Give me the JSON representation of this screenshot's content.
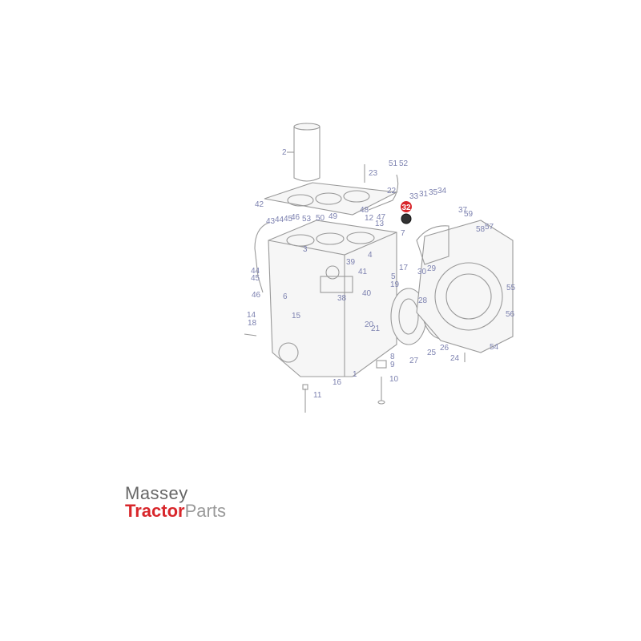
{
  "diagram": {
    "callouts": {
      "c1": "1",
      "c2": "2",
      "c3": "3",
      "c4": "4",
      "c5": "5",
      "c6": "6",
      "c7": "7",
      "c8": "8",
      "c9": "9",
      "c10": "10",
      "c11": "11",
      "c12": "12",
      "c13": "13",
      "c14": "14",
      "c15": "15",
      "c16": "16",
      "c17": "17",
      "c18": "18",
      "c19": "19",
      "c20": "20",
      "c21": "21",
      "c22": "22",
      "c23": "23",
      "c24": "24",
      "c25": "25",
      "c26": "26",
      "c27": "27",
      "c28": "28",
      "c29": "29",
      "c30": "30",
      "c31": "31",
      "c32": "32",
      "c33": "33",
      "c34": "34",
      "c35": "35",
      "c37": "37",
      "c38": "38",
      "c39": "39",
      "c40": "40",
      "c41": "41",
      "c42": "42",
      "c43": "43",
      "c44a": "44",
      "c45a": "45",
      "c46a": "46",
      "c44": "44",
      "c45": "45",
      "c46": "46",
      "c47": "47",
      "c48": "48",
      "c49": "49",
      "c50": "50",
      "c51": "51",
      "c52": "52",
      "c53": "53",
      "c54": "54",
      "c55": "55",
      "c56": "56",
      "c57": "57",
      "c58": "58",
      "c59": "59"
    },
    "highlighted_part": "32",
    "highlight_color": "#d8262b",
    "label_color": "#7d82b0"
  },
  "logo": {
    "line1": "Massey",
    "line2a": "Tractor",
    "line2b": "Parts"
  }
}
